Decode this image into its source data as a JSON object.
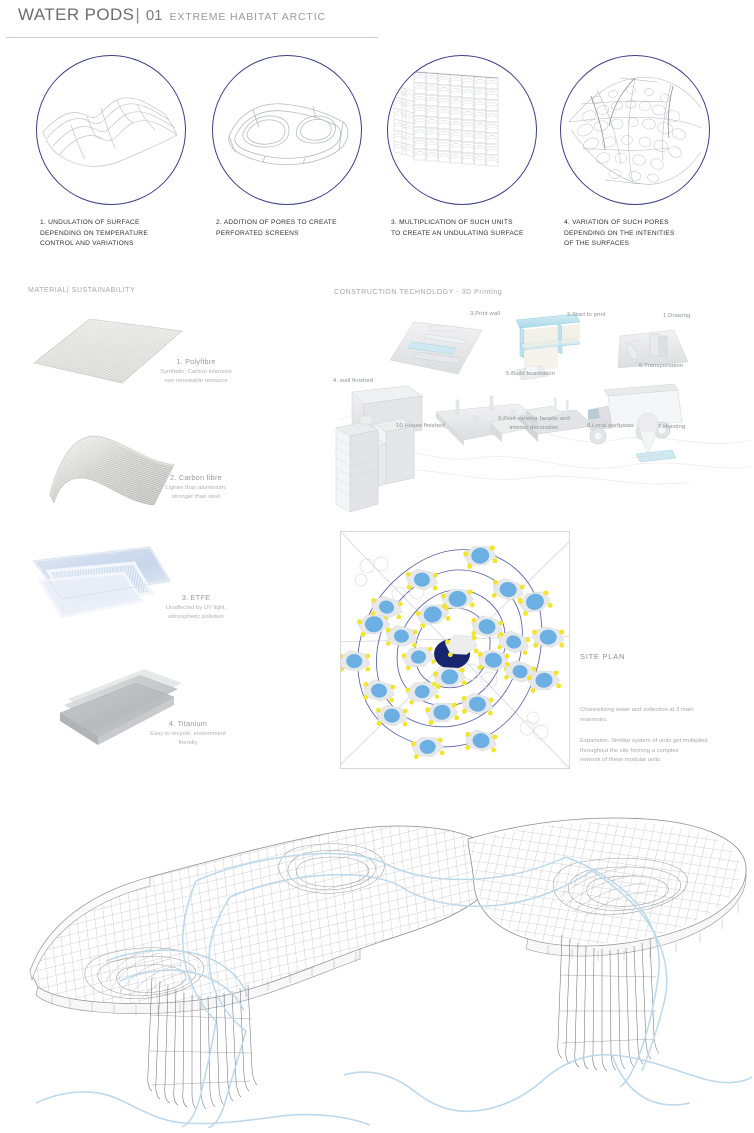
{
  "header": {
    "title": "WATER PODS",
    "separator": "|",
    "number": "01",
    "subtitle": "EXTREME HABITAT ARCTIC"
  },
  "concept": {
    "items": [
      {
        "id": "undulation",
        "caption": "1. UNDULATION OF SURFACE\nDEPENDING ON TEMPERATURE\nCONTROL AND VARIATIONS"
      },
      {
        "id": "pores",
        "caption": "2. ADDITION OF PORES TO CREATE\nPERFORATED SCREENS"
      },
      {
        "id": "multiplication",
        "caption": "3. MULTIPLICATION OF SUCH UNITS\nTO CREATE AN UNDULATING SURFACE"
      },
      {
        "id": "pore-variation",
        "caption": "4. VARIATION OF SUCH PORES\nDEPENDING ON THE INTENITIES\nOF THE SURFACES"
      }
    ]
  },
  "sections": {
    "material_label": "MATERIAL| SUSTAINABILITY",
    "construction_label": "CONSTRUCTION TECHNOLOGY - 3D Printing"
  },
  "materials": [
    {
      "title": "1. Polyfibre",
      "description": "Synthetic; Carbon intensive\nnon renewable resource"
    },
    {
      "title": "2. Carbon fibre",
      "description": "Lighter than aluminium;\nstronger than steel"
    },
    {
      "title": "3. ETFE",
      "description": "Unaffected by UV light,\natmospheric pollution"
    },
    {
      "title": "4. Titanium",
      "description": "Easy to recycle; environment\nfriendly"
    }
  ],
  "construction_steps": [
    {
      "label": "1.Drawing"
    },
    {
      "label": "2.Start to print"
    },
    {
      "label": "3.Print wall"
    },
    {
      "label": "4. wall finished"
    },
    {
      "label": "5.Build foundation"
    },
    {
      "label": "6.Transportation"
    },
    {
      "label": "7.Hoisting"
    },
    {
      "label": "8.Local perfusion"
    },
    {
      "label": "9.Print exterior facade and\ninterior decoration"
    },
    {
      "label": "10.House finished"
    }
  ],
  "siteplan": {
    "heading": "SITE PLAN",
    "note_1": "Channelising water and collection at 2 main\nreservoirs.",
    "note_2": "Expansion- Similiar system of units get multiplied\nthroughout the site forming a complex\nnetwork of these modular units"
  },
  "colors": {
    "circle_stroke": "#3b3f86",
    "wireframe": "#b9bbc4",
    "pod_blue": "#6cafe2",
    "pod_yellow": "#f2e52c",
    "center_navy": "#17246e",
    "water_line": "#bcd8ea",
    "text_dark": "#2f2f31",
    "text_muted": "#a9a9ad"
  }
}
